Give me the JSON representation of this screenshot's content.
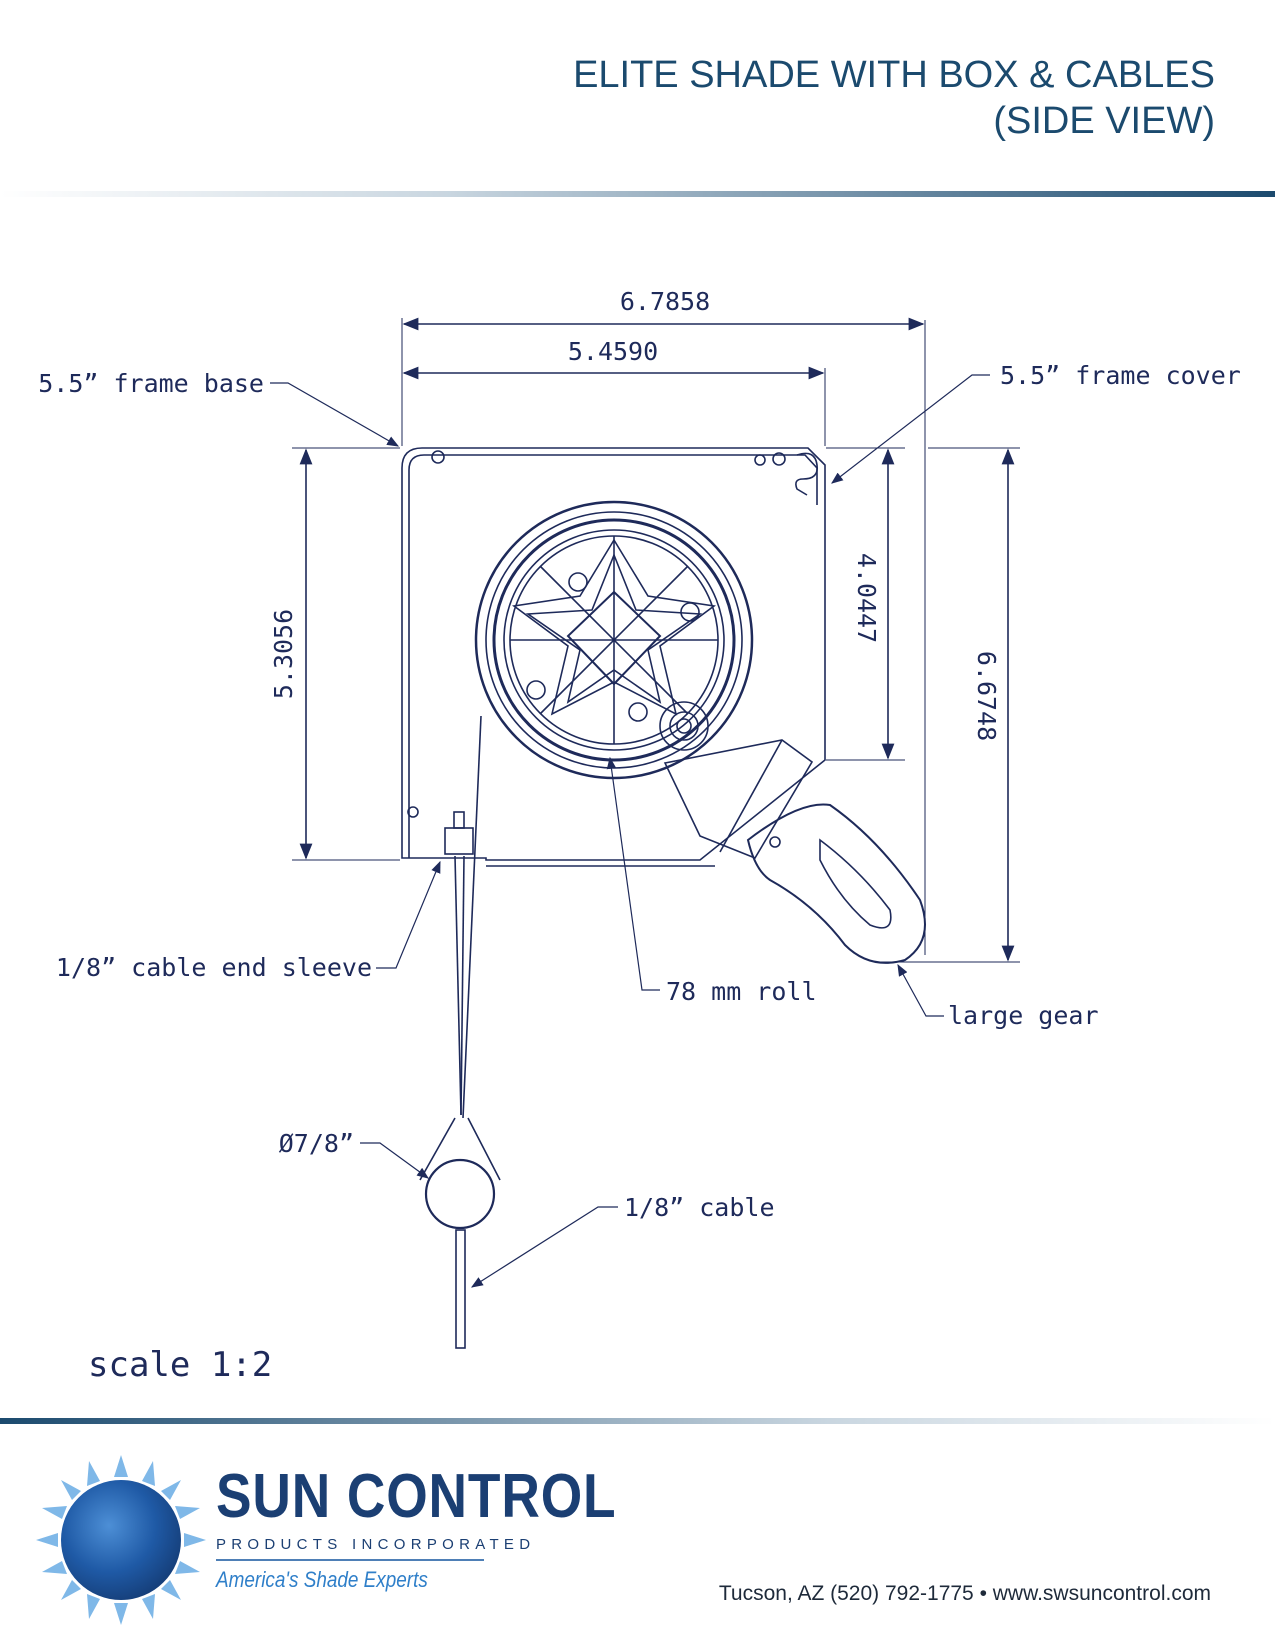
{
  "header": {
    "title_line1": "ELITE SHADE WITH BOX & CABLES",
    "title_line2": "(SIDE VIEW)"
  },
  "dimensions": {
    "overall_width": "6.7858",
    "box_width": "5.4590",
    "box_height": "5.3056",
    "cover_height": "4.0447",
    "overall_height": "6.6748"
  },
  "callouts": {
    "frame_base": "5.5” frame base",
    "frame_cover": "5.5” frame cover",
    "cable_end_sleeve": "1/8” cable end sleeve",
    "roll": "78 mm roll",
    "large_gear": "large gear",
    "weight_diameter": "Ø7/8”",
    "cable": "1/8” cable"
  },
  "scale": "scale 1:2",
  "brand": {
    "name": "SUN CONTROL",
    "subtitle": "PRODUCTS INCORPORATED",
    "tagline": "America's Shade Experts"
  },
  "footer": {
    "contact": "Tucson, AZ (520) 792-1775  •  www.swsuncontrol.com"
  },
  "colors": {
    "brand_navy": "#1b4a6e",
    "line_color": "#1e2a5a",
    "logo_blue": "#2f7fc9"
  }
}
